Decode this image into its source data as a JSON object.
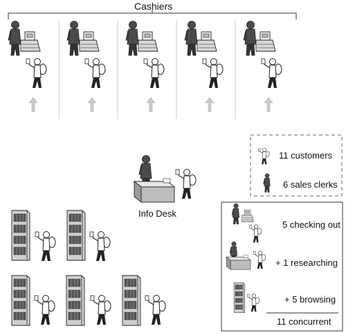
{
  "header": {
    "title": "Cashiers"
  },
  "center": {
    "info_desk_label": "Info Desk"
  },
  "legend": {
    "customers_label": "11 customers",
    "clerks_label": "6 sales clerks"
  },
  "summary": {
    "checking_out": "5 checking out",
    "researching": "+ 1 researching",
    "browsing": "+ 5 browsing",
    "total": "11 concurrent"
  },
  "colors": {
    "clerk": "#4a4a4a",
    "customer_fill": "#ffffff",
    "register": "#d8d8d8",
    "desk": "#bdbdbd",
    "shelf": "#d0d0d0",
    "arrow": "#c9c9c9",
    "divider": "#c8c8c8",
    "dashed_border": "#666666"
  },
  "icons": {
    "clerk": "clerk-person-icon",
    "customer": "customer-with-backpack-icon",
    "register": "cash-register-icon",
    "desk": "info-desk-icon",
    "bookshelf": "bookshelf-icon",
    "arrow": "up-arrow-icon"
  }
}
